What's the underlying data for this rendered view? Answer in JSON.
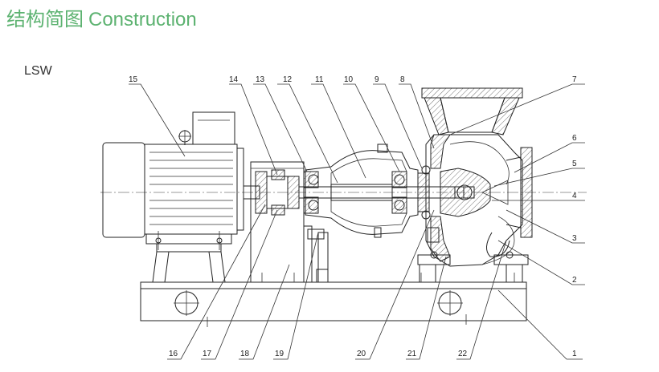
{
  "header": {
    "title_cn": "结构简图",
    "title_en": "Construction",
    "model": "LSW"
  },
  "colors": {
    "accent": "#5cb270",
    "line": "#222222"
  },
  "callouts_top": [
    "15",
    "14",
    "13",
    "12",
    "11",
    "10",
    "9",
    "8"
  ],
  "callouts_right": [
    "7",
    "6",
    "5",
    "4",
    "3",
    "2"
  ],
  "callouts_bottom": [
    "16",
    "17",
    "18",
    "19",
    "20",
    "21",
    "22",
    "1"
  ]
}
